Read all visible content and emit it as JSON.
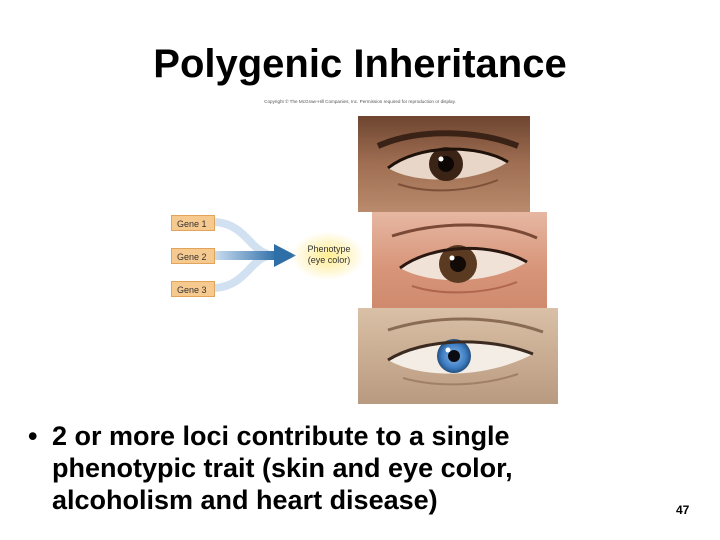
{
  "slide": {
    "title": "Polygenic Inheritance",
    "copyright": "Copyright © The McGraw-Hill Companies, Inc. Permission required for reproduction or display.",
    "slide_number": "47"
  },
  "figure": {
    "genes": [
      "Gene 1",
      "Gene 2",
      "Gene 3"
    ],
    "phenotype_line1": "Phenotype",
    "phenotype_line2": "(eye color)",
    "photos": [
      "dark-brown-eye-photo",
      "brown-eye-photo",
      "blue-eye-photo"
    ]
  },
  "bullets": [
    {
      "bullet": "•",
      "text": "2 or more loci contribute to a single phenotypic trait (skin  and eye color, alcoholism and heart disease)"
    }
  ],
  "colors": {
    "gene_box_fill": "#f6c98f",
    "arrow_blue": "#2f6fa8",
    "phenotype_glow": "#ffe98c"
  }
}
